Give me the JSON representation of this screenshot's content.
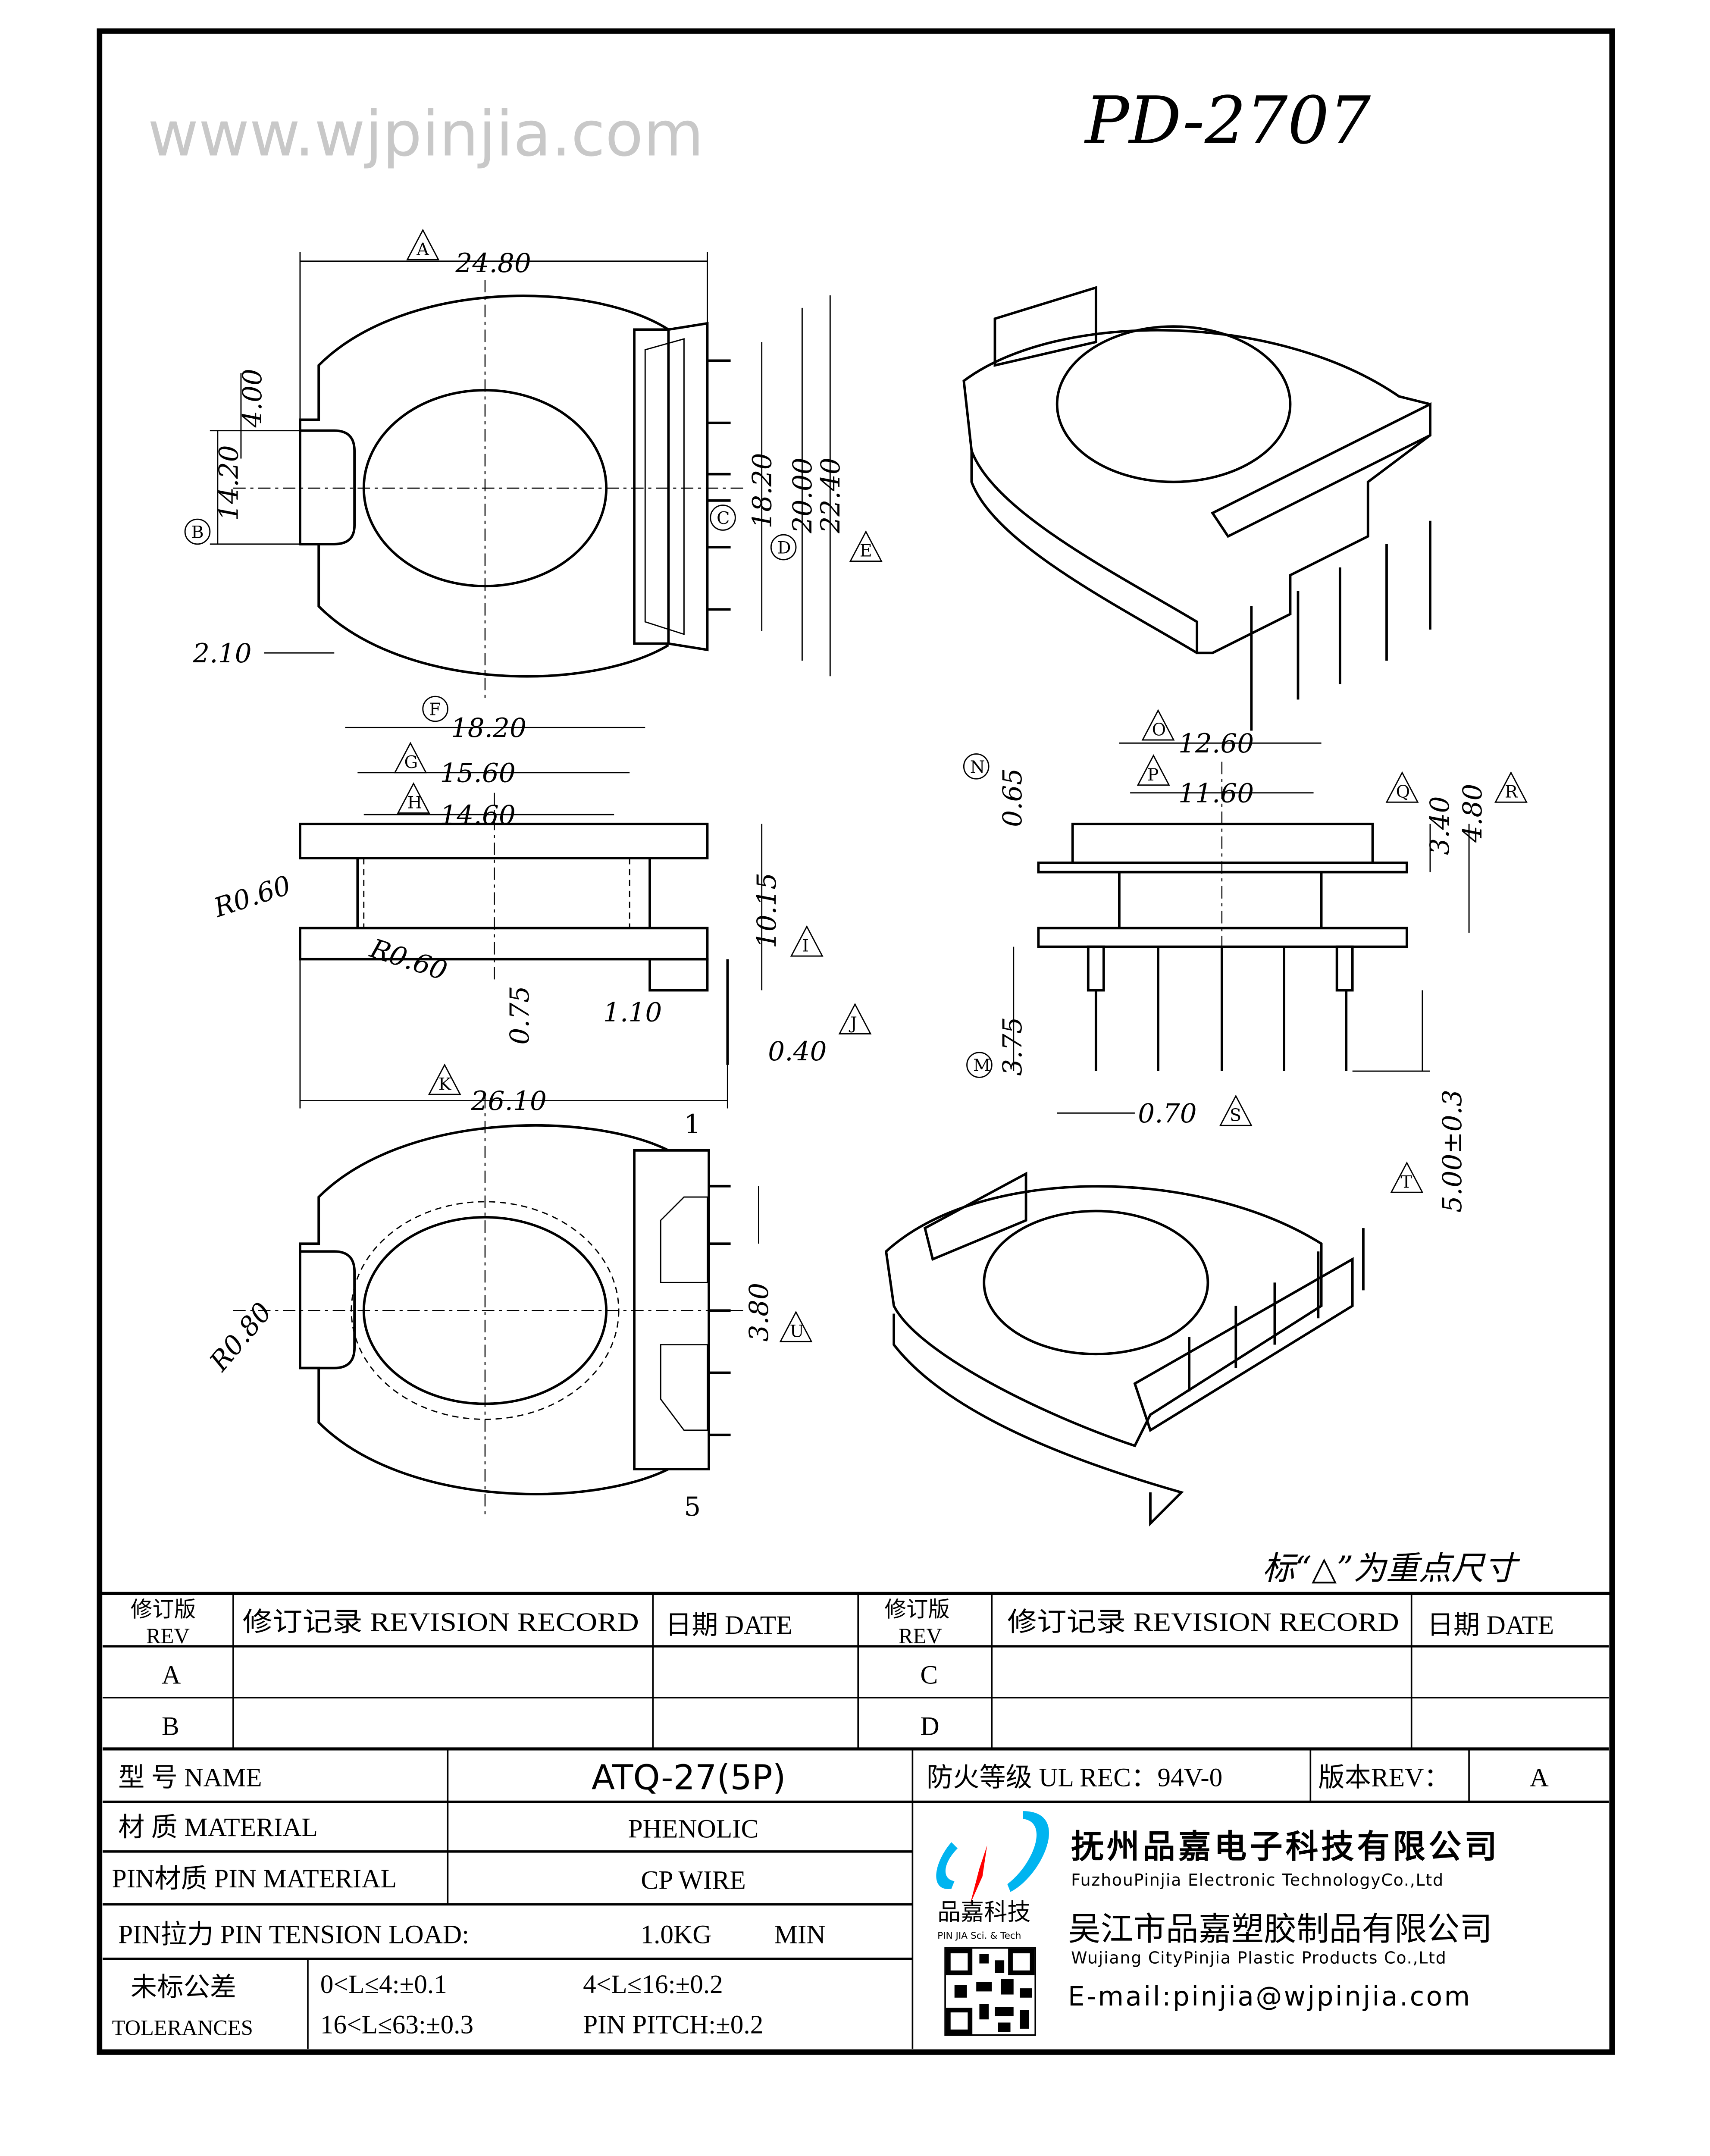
{
  "title": "PD-2707",
  "watermark": "www.wjpinjia.com",
  "note": "标“△”为重点尺寸",
  "top_view": {
    "dims": {
      "A": "24.80",
      "B1": "4.00",
      "B2": "14.20",
      "offset": "2.10",
      "C": "18.20",
      "D": "20.00",
      "E": "22.40"
    },
    "markers": {
      "A": "A",
      "B": "B",
      "C": "C",
      "D": "D",
      "E": "E"
    }
  },
  "side_view": {
    "dims": {
      "F": "18.20",
      "G": "15.60",
      "H": "14.60",
      "r1": "R0.60",
      "r2": "R0.60",
      "t": "0.75",
      "I": "10.15",
      "p": "1.10",
      "J": "0.40",
      "K": "26.10"
    },
    "markers": {
      "F": "F",
      "G": "G",
      "H": "H",
      "I": "I",
      "J": "J",
      "K": "K"
    }
  },
  "front_view": {
    "dims": {
      "O": "12.60",
      "P": "11.60",
      "N": "0.65",
      "Q": "3.40",
      "R": "4.80",
      "M": "3.75",
      "S": "0.70",
      "T": "5.00±0.3"
    },
    "markers": {
      "O": "O",
      "P": "P",
      "N": "N",
      "Q": "Q",
      "R": "R",
      "M": "M",
      "S": "S",
      "T": "T"
    }
  },
  "bottom_view": {
    "pin_first": "1",
    "pin_last": "5",
    "radius": "R0.80",
    "pitch": "3.80",
    "markers": {
      "U": "U"
    }
  },
  "revision_table": {
    "headers": {
      "rev": "修订版",
      "rev_en": "REV",
      "record": "修订记录 REVISION RECORD",
      "date": "日期 DATE"
    },
    "rows": [
      [
        "A",
        "C"
      ],
      [
        "B",
        "D"
      ]
    ]
  },
  "spec": {
    "name_label": "型 号 NAME",
    "name_value": "ATQ-27(5P)",
    "fire_label": "防火等级 UL REC：94V-0",
    "version_label": "版本REV：",
    "version_value": "A",
    "material_label": "材 质 MATERIAL",
    "material_value": "PHENOLIC",
    "pin_material_label": "PIN材质 PIN MATERIAL",
    "pin_material_value": "CP WIRE",
    "tension_label": "PIN拉力 PIN TENSION LOAD:",
    "tension_value": "1.0KG",
    "tension_unit": "MIN",
    "tol_label_cn": "未标公差",
    "tol_label_en": "TOLERANCES",
    "tol_1": "0<L≤4:±0.1",
    "tol_2": "4<L≤16:±0.2",
    "tol_3": "16<L≤63:±0.3",
    "tol_4": "PIN PITCH:±0.2"
  },
  "company": {
    "logo_cn": "品嘉科技",
    "logo_en": "PIN JIA Sci. & Tech",
    "name1_cn": "抚州品嘉电子科技有限公司",
    "name1_en": "FuzhouPinjia Electronic TechnologyCo.,Ltd",
    "name2_cn": "吴江市品嘉塑胶制品有限公司",
    "name2_en": "Wujiang CityPinjia  Plastic Products Co.,Ltd",
    "email": "E-mail:pinjia@wjpinjia.com",
    "logo_red": "#ff0000",
    "logo_blue": "#00b4f0"
  }
}
